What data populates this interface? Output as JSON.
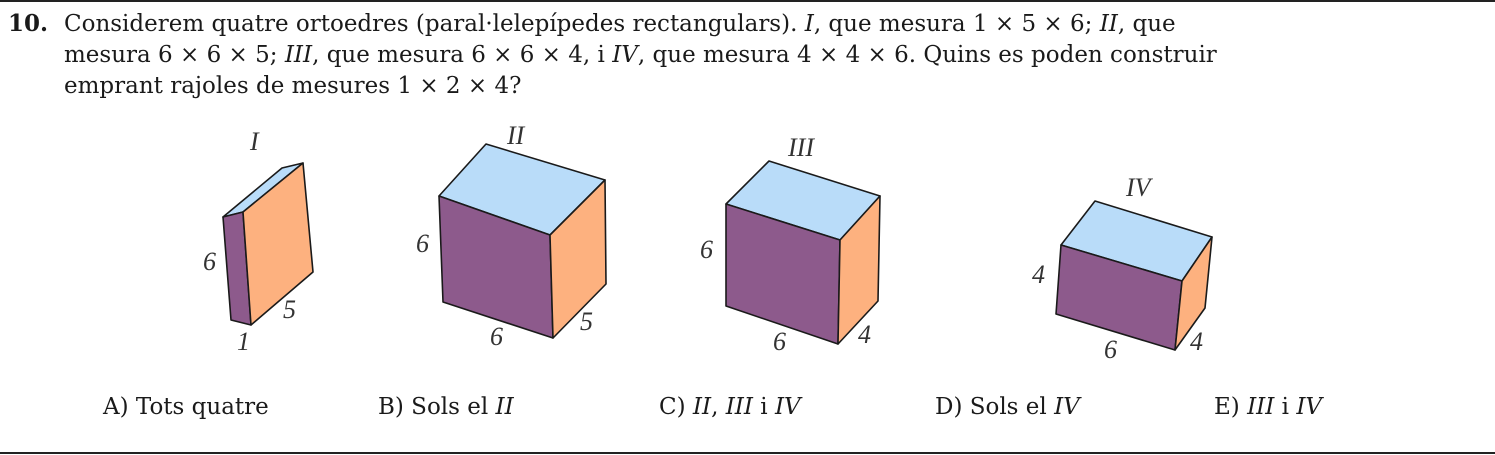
{
  "problem": {
    "number": "10.",
    "line1": [
      "Considerem quatre ortoedres (paral·lelepípedes rectangulars). ",
      "I",
      ", que mesura 1 × 5 × 6; ",
      "II",
      ", que"
    ],
    "line2": [
      "mesura 6 × 6 × 5; ",
      "III",
      ", que mesura 6 × 6 × 4, i ",
      "IV",
      ", que mesura 4 × 4 × 6. Quins es poden construir"
    ],
    "line3": "emprant rajoles de mesures 1 × 2 × 4?"
  },
  "figures": [
    {
      "name": "I",
      "labels": [
        "6",
        "5",
        "1"
      ]
    },
    {
      "name": "II",
      "labels": [
        "6",
        "6",
        "5"
      ]
    },
    {
      "name": "III",
      "labels": [
        "6",
        "6",
        "4"
      ]
    },
    {
      "name": "IV",
      "labels": [
        "4",
        "6",
        "4"
      ]
    }
  ],
  "colors": {
    "top": "#b9dcf9",
    "front": "#8d5a8c",
    "side": "#fdb17f",
    "edge": "#1a1a1a"
  },
  "answers": {
    "A": [
      "A) Tots quatre"
    ],
    "B": [
      "B) Sols el ",
      "II"
    ],
    "C": [
      "C) ",
      "II",
      ", ",
      "III",
      " i ",
      "IV"
    ],
    "D": [
      "D) Sols el ",
      "IV"
    ],
    "E": [
      "E) ",
      "III",
      " i ",
      "IV"
    ]
  }
}
